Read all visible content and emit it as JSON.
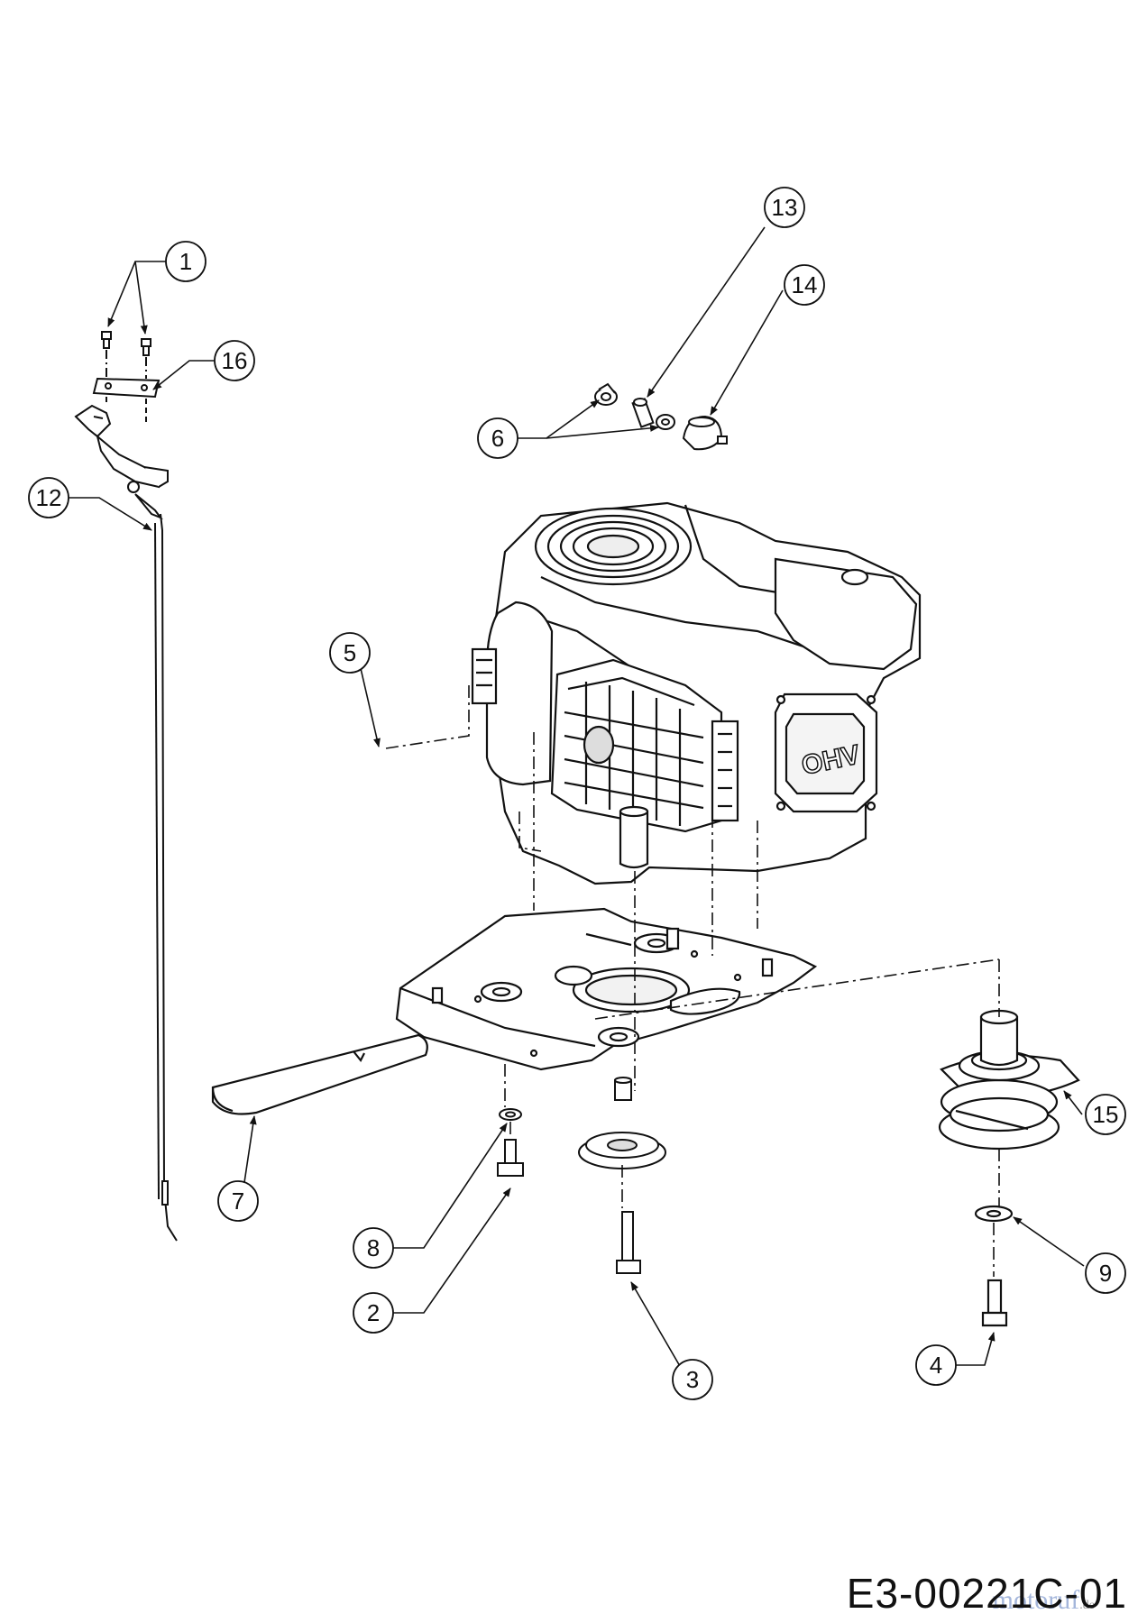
{
  "drawing_code": "E3-00221C-01",
  "watermark": {
    "text": "motoruf",
    "suffix": ".de"
  },
  "callouts": [
    {
      "id": "1",
      "label": "1"
    },
    {
      "id": "2",
      "label": "2"
    },
    {
      "id": "3",
      "label": "3"
    },
    {
      "id": "4",
      "label": "4"
    },
    {
      "id": "5",
      "label": "5"
    },
    {
      "id": "6",
      "label": "6"
    },
    {
      "id": "7",
      "label": "7"
    },
    {
      "id": "8",
      "label": "8"
    },
    {
      "id": "9",
      "label": "9"
    },
    {
      "id": "12",
      "label": "12"
    },
    {
      "id": "13",
      "label": "13"
    },
    {
      "id": "14",
      "label": "14"
    },
    {
      "id": "15",
      "label": "15"
    },
    {
      "id": "16",
      "label": "16"
    }
  ]
}
